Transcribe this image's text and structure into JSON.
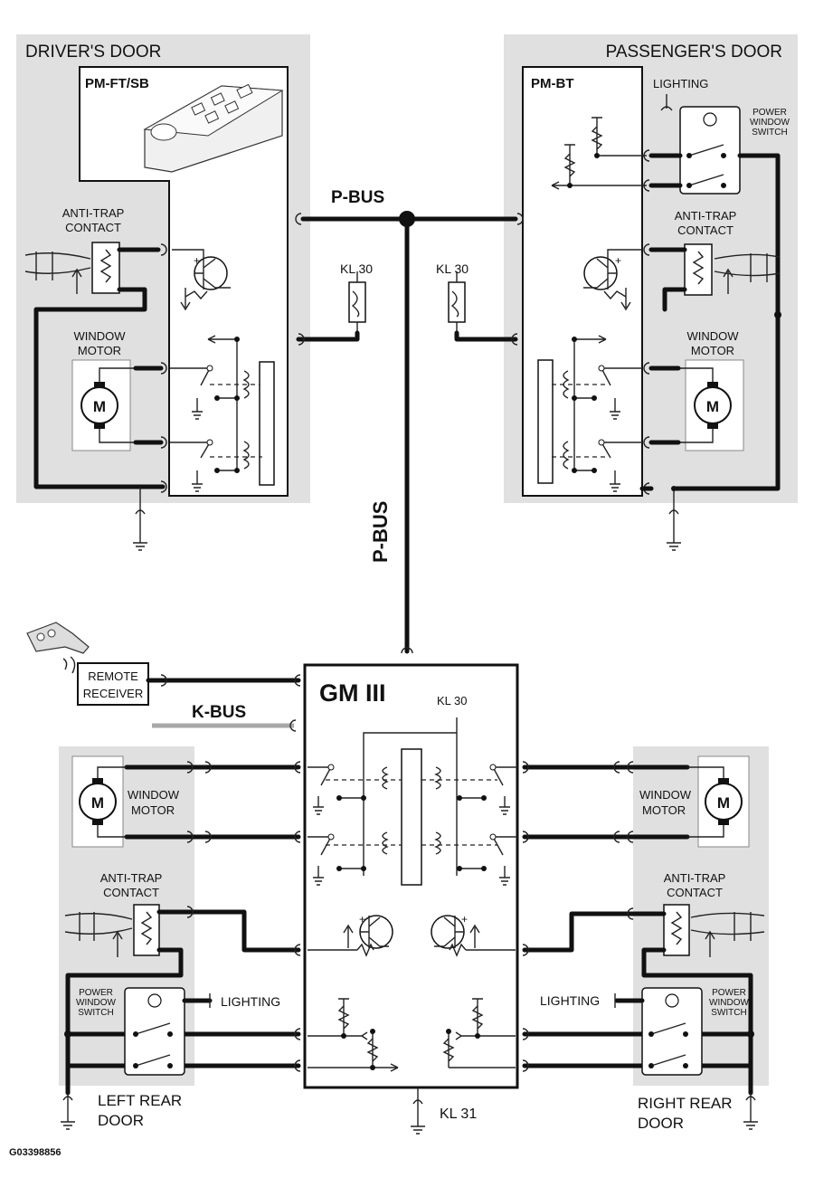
{
  "regions": {
    "drivers_door": "DRIVER'S DOOR",
    "passengers_door": "PASSENGER'S DOOR",
    "left_rear_door": [
      "LEFT REAR",
      "DOOR"
    ],
    "right_rear_door": [
      "RIGHT REAR",
      "DOOR"
    ]
  },
  "modules": {
    "pm_ft_sb": "PM-FT/SB",
    "pm_bt": "PM-BT",
    "gm3": "GM III",
    "remote_receiver": [
      "REMOTE",
      "RECEIVER"
    ]
  },
  "buses": {
    "p_bus_horizontal": "P-BUS",
    "p_bus_vertical": "P-BUS",
    "k_bus": "K-BUS"
  },
  "terminals": {
    "kl30_left": "KL 30",
    "kl30_right": "KL 30",
    "kl30_gm": "KL 30",
    "kl31": "KL 31"
  },
  "components": {
    "window_motor": [
      "WINDOW",
      "MOTOR"
    ],
    "anti_trap_contact": [
      "ANTI-TRAP",
      "CONTACT"
    ],
    "power_window_switch": [
      "POWER",
      "WINDOW",
      "SWITCH"
    ],
    "lighting": "LIGHTING",
    "motor_symbol": "M"
  },
  "figure_id": "G03398856",
  "colors": {
    "door_panel_bg": "#e0e0e0",
    "wire": "#111111",
    "k_bus_wire": "#a8a8a8"
  }
}
